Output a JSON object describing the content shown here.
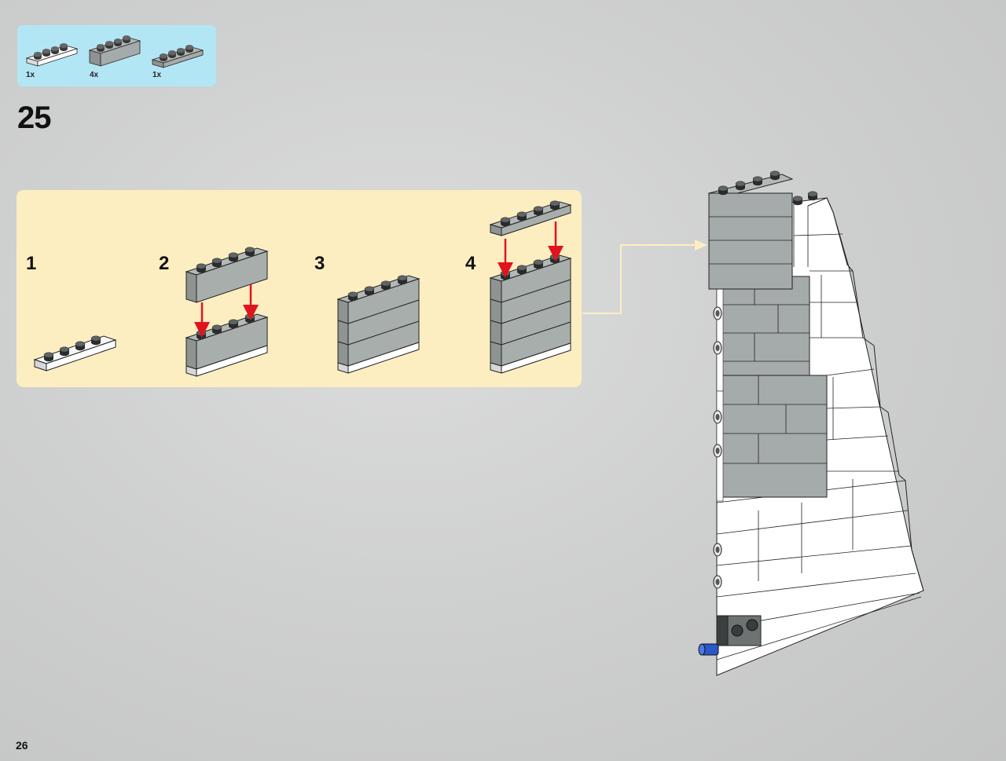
{
  "parts_needed": {
    "items": [
      {
        "qty": "1x",
        "icon": "white-plate-1x4-icon"
      },
      {
        "qty": "4x",
        "icon": "gray-brick-1x4-icon"
      },
      {
        "qty": "1x",
        "icon": "gray-plate-1x4-icon"
      }
    ]
  },
  "step": {
    "number": "25"
  },
  "substeps": [
    {
      "number": "1"
    },
    {
      "number": "2"
    },
    {
      "number": "3"
    },
    {
      "number": "4"
    }
  ],
  "page": {
    "number": "26"
  },
  "colors": {
    "parts_bg": "#b3e6f5",
    "substep_bg": "#fdeec2",
    "arrow_red": "#e0141e",
    "callout_line": "#fdeec2"
  }
}
